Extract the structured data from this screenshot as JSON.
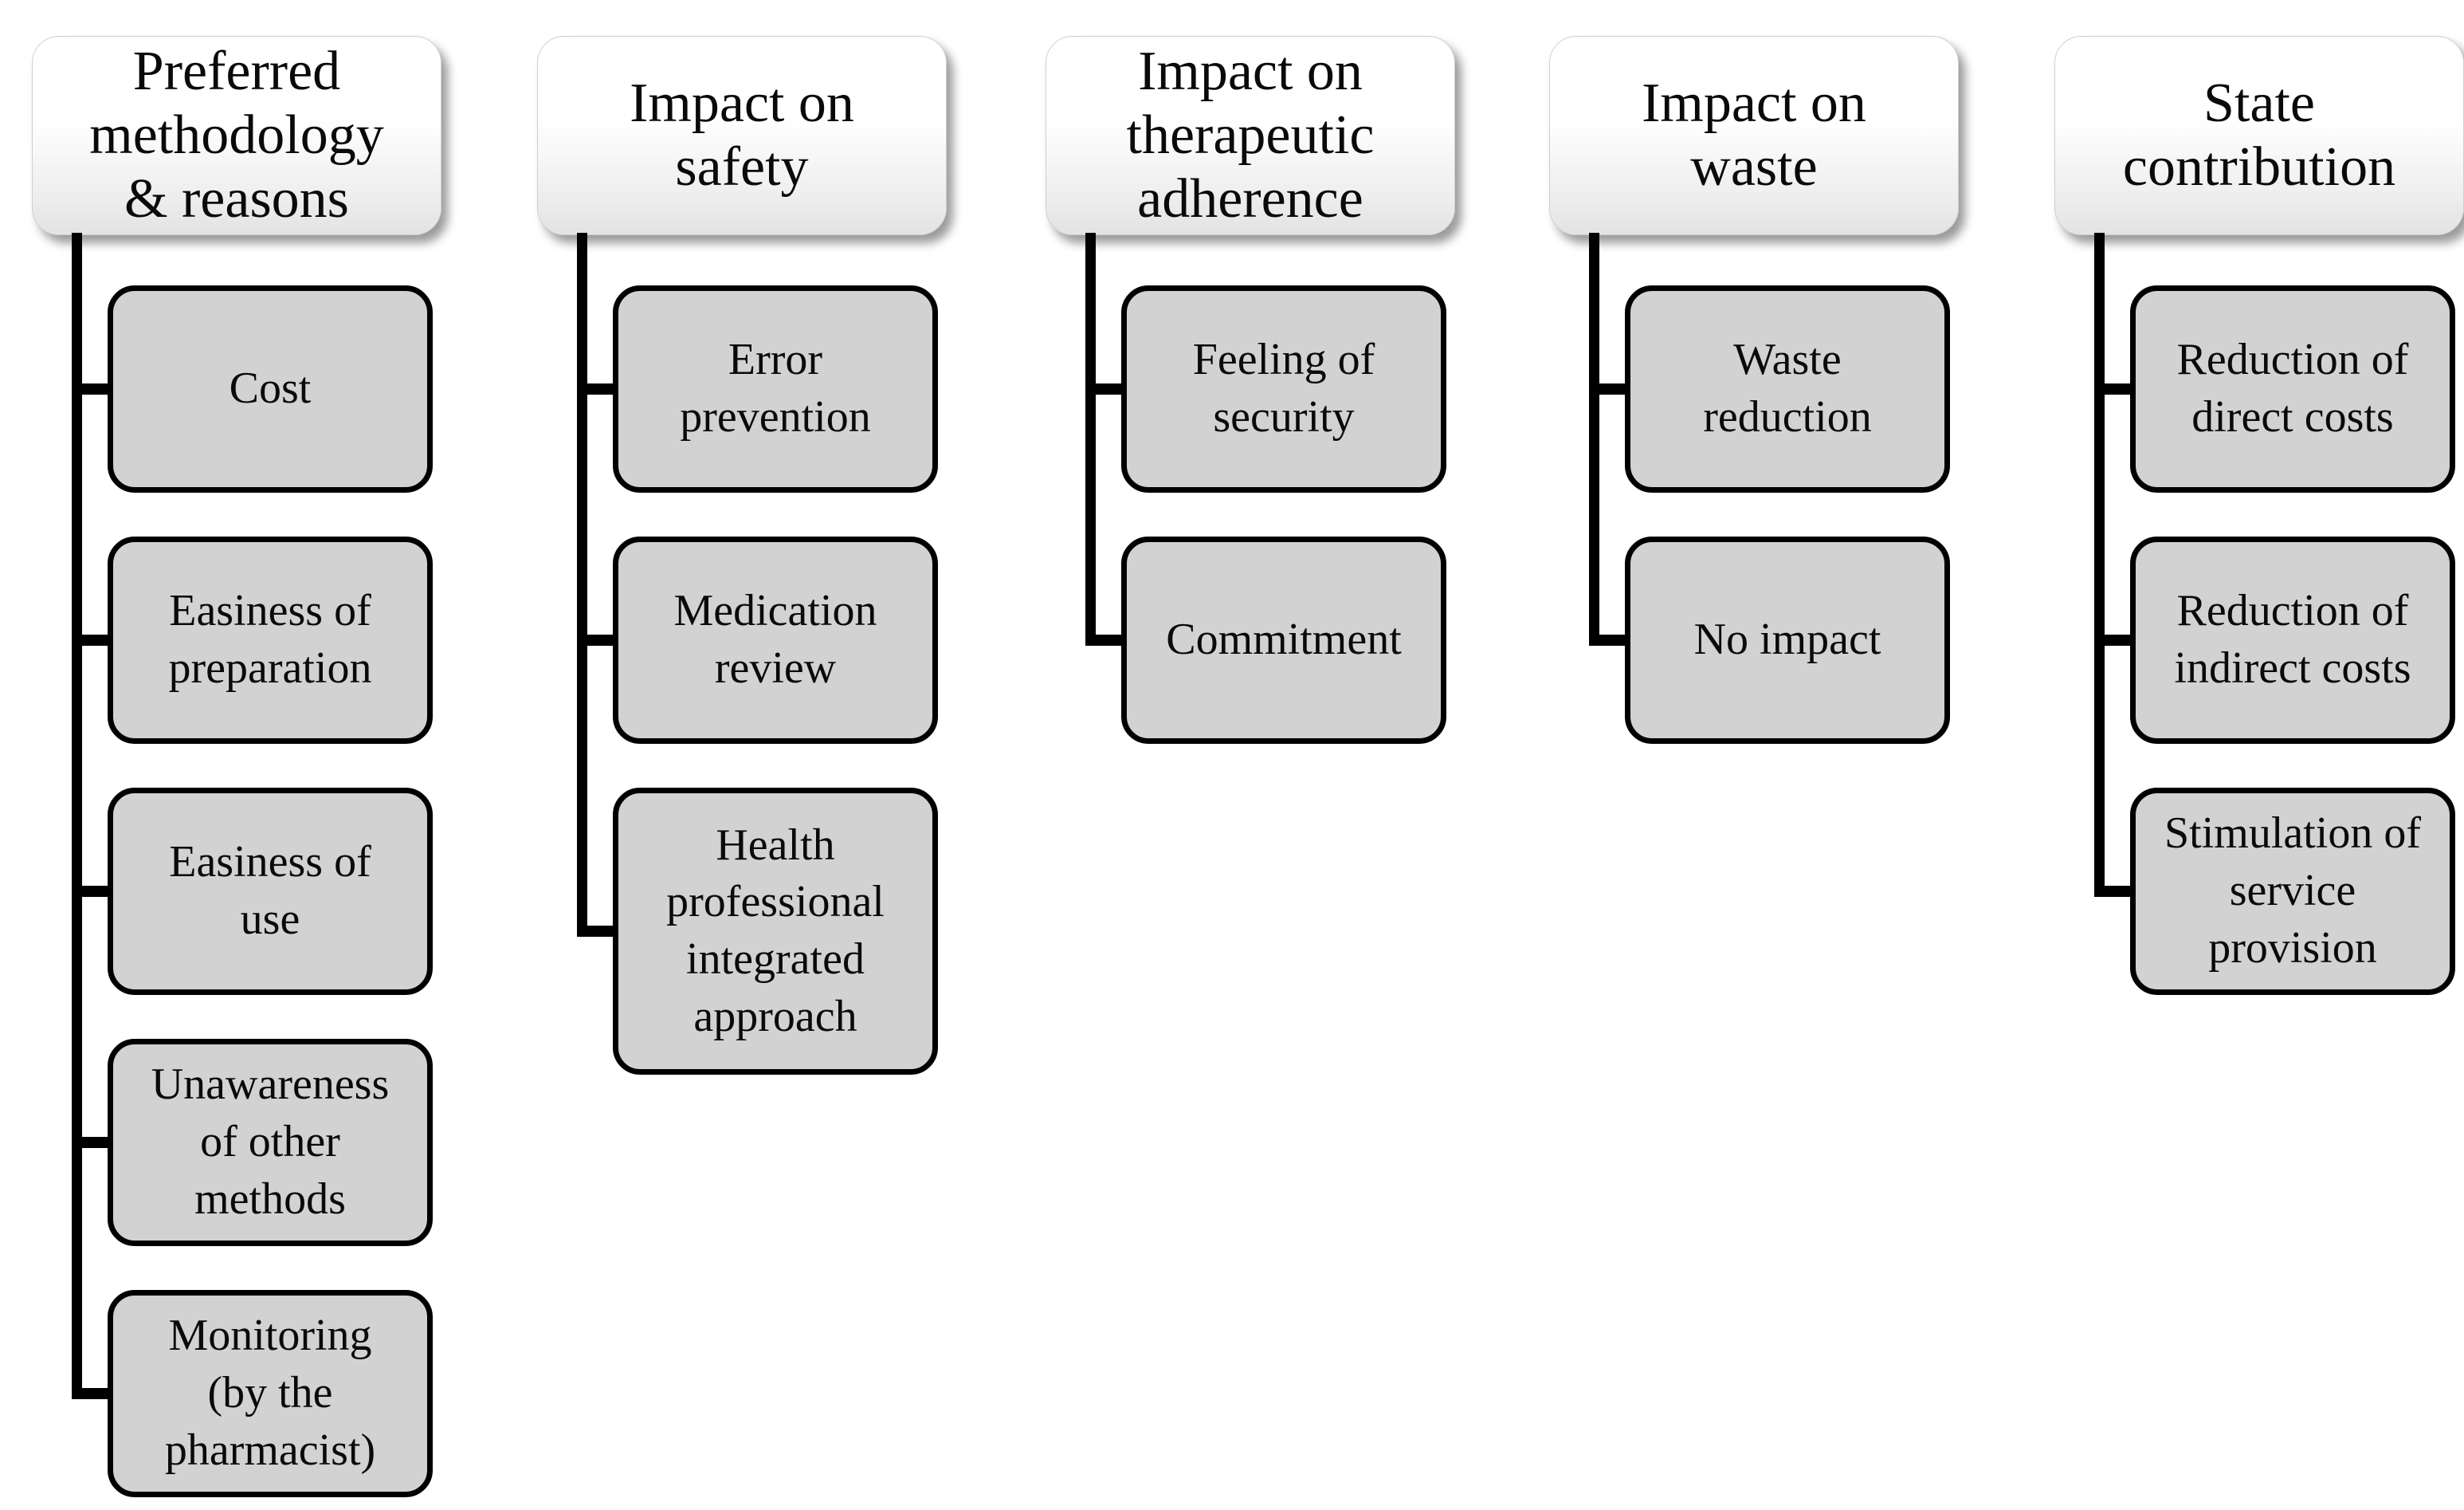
{
  "diagram": {
    "title": "Qualitative themes diagram",
    "colors": {
      "background": "#ffffff",
      "node_fill": "#d2d2d2",
      "node_border": "#000000",
      "header_fill_top": "#ffffff",
      "header_fill_bottom": "#e3e3e3",
      "connector": "#000000"
    },
    "columns": [
      {
        "header": "Preferred\nmethodology\n& reasons",
        "children": [
          "Cost",
          "Easiness of\npreparation",
          "Easiness of\nuse",
          "Unawareness\nof other\nmethods",
          "Monitoring\n(by the\npharmacist)"
        ]
      },
      {
        "header": "Impact on\nsafety",
        "children": [
          "Error\nprevention",
          "Medication\nreview",
          "Health\nprofessional\nintegrated\napproach"
        ]
      },
      {
        "header": "Impact on\ntherapeutic\nadherence",
        "children": [
          "Feeling of\nsecurity",
          "Commitment"
        ]
      },
      {
        "header": "Impact on\nwaste",
        "children": [
          "Waste\nreduction",
          "No impact"
        ]
      },
      {
        "header": "State\ncontribution",
        "children": [
          "Reduction of\ndirect costs",
          "Reduction of\nindirect costs",
          "Stimulation of\nservice\nprovision"
        ]
      }
    ]
  }
}
